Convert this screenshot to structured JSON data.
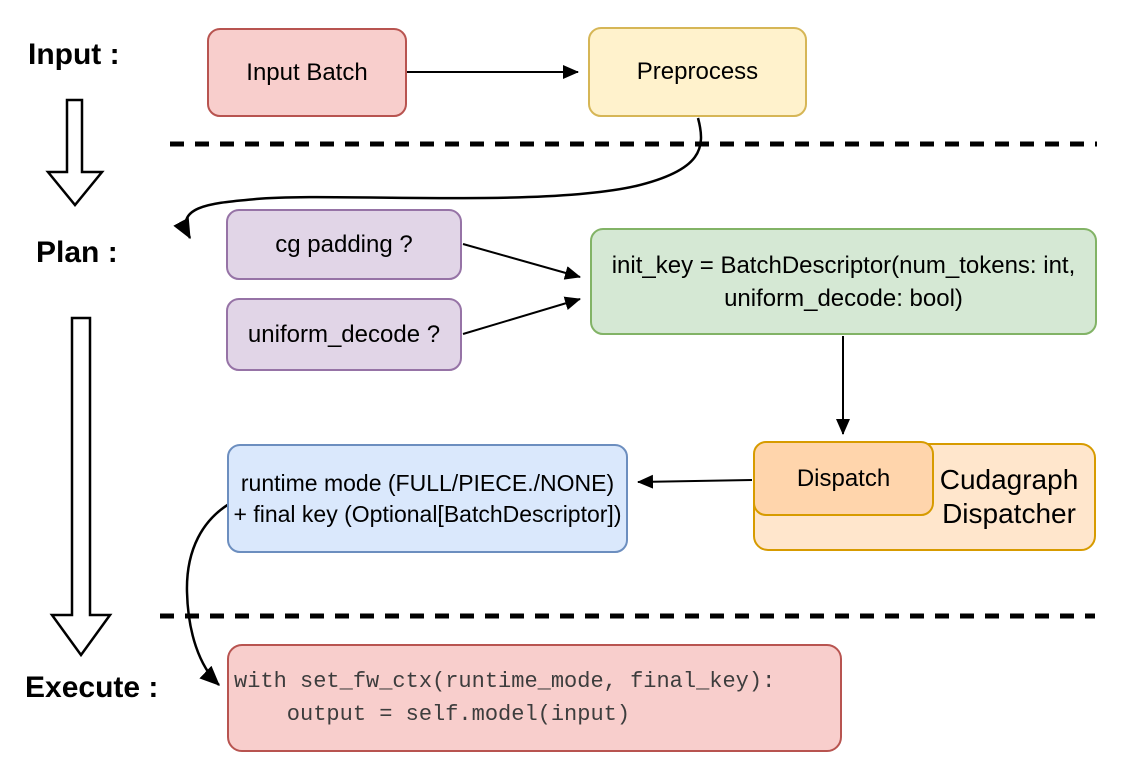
{
  "stage_labels": {
    "input": "Input :",
    "plan": "Plan :",
    "execute": "Execute :"
  },
  "nodes": {
    "input_batch": {
      "label": "Input Batch",
      "fill": "#f8cecc",
      "stroke": "#b85450"
    },
    "preprocess": {
      "label": "Preprocess",
      "fill": "#fff2cc",
      "stroke": "#d6b656"
    },
    "cg_padding": {
      "label": "cg padding ?",
      "fill": "#e1d5e7",
      "stroke": "#9673a6"
    },
    "uniform_decode": {
      "label": "uniform_decode ?",
      "fill": "#e1d5e7",
      "stroke": "#9673a6"
    },
    "init_key": {
      "line1": "init_key = BatchDescriptor(num_tokens: int,",
      "line2": "uniform_decode: bool)",
      "fill": "#d5e8d4",
      "stroke": "#82b366"
    },
    "dispatch": {
      "label": "Dispatch",
      "fill": "#ffd5ac",
      "stroke": "#d79b00"
    },
    "cudagraph_dispatcher": {
      "line1": "Cudagraph",
      "line2": "Dispatcher",
      "fill": "#ffe6cc",
      "stroke": "#d79b00"
    },
    "runtime_mode": {
      "line1": "runtime mode (FULL/PIECE./NONE)",
      "line2": "+ final key (Optional[BatchDescriptor])",
      "fill": "#dae8fc",
      "stroke": "#6c8ebf"
    },
    "execute_code": {
      "line1": "with set_fw_ctx(runtime_mode, final_key):",
      "line2": "    output = self.model(input)",
      "fill": "#f8cecc",
      "stroke": "#b85450",
      "text_color": "#3d3d3d"
    }
  },
  "connector_color": "#000000"
}
